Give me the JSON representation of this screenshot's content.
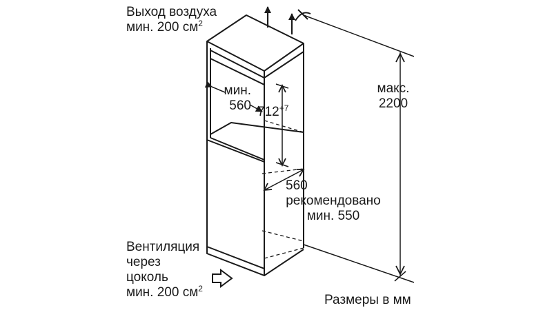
{
  "air_outlet": {
    "line1": "Выход воздуха",
    "line2": "мин. 200 см",
    "line2_sup": "2"
  },
  "niche_width": {
    "line1": "мин.",
    "line2": "560"
  },
  "niche_height": {
    "value": "712",
    "tolerance": "+7"
  },
  "max_height": {
    "line1": "макс.",
    "line2": "2200"
  },
  "depth": {
    "line1": "560",
    "line2": "рекомендовано",
    "line3": "мин. 550"
  },
  "plinth_ventilation": {
    "line1": "Вентиляция",
    "line2": "через",
    "line3": "цоколь",
    "line4": "мин. 200 см",
    "line4_sup": "2"
  },
  "units_note": "Размеры в мм",
  "colors": {
    "line": "#1a1a1a",
    "background": "#ffffff"
  }
}
